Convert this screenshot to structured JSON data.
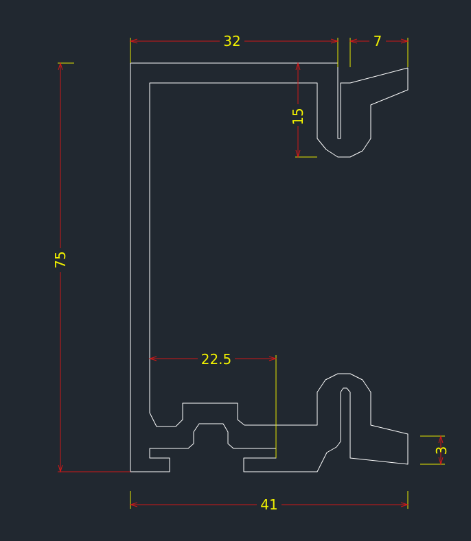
{
  "colors": {
    "background": "#212830",
    "profile": "#ffffff",
    "dimension_line": "#d01818",
    "extension_line": "#e8e800",
    "dimension_text": "#f2f200"
  },
  "dimensions": [
    {
      "id": "overall-height",
      "label": "75",
      "orientation": "vertical"
    },
    {
      "id": "top-width",
      "label": "32",
      "orientation": "horizontal"
    },
    {
      "id": "hook-width",
      "label": "7",
      "orientation": "horizontal"
    },
    {
      "id": "hook-depth",
      "label": "15",
      "orientation": "vertical"
    },
    {
      "id": "bottom-channel-width",
      "label": "22.5",
      "orientation": "horizontal"
    },
    {
      "id": "lip-thickness",
      "label": "3",
      "orientation": "vertical"
    },
    {
      "id": "overall-width",
      "label": "41",
      "orientation": "horizontal"
    }
  ]
}
